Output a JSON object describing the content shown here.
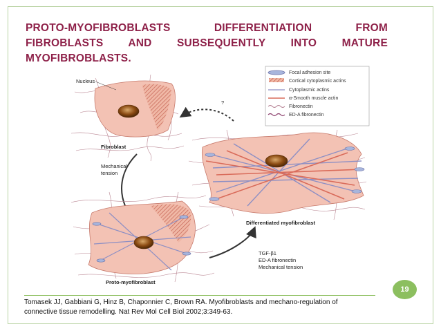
{
  "slide": {
    "title_lines": [
      "PROTO-MYOFIBROBLASTS DIFFERENTIATION FROM",
      "FIBROBLASTS AND SUBSEQUENTLY INTO MATURE",
      "MYOFIBROBLASTS."
    ],
    "page_number": "19",
    "citation_lines": [
      "Tomasek JJ, Gabbiani G, Hinz B, Chaponnier C, Brown RA. Myofibroblasts and mechano-regulation of",
      "connective tissue remodelling. Nat Rev Mol Cell Biol 2002;3:349-63."
    ]
  },
  "figure": {
    "legend": [
      "Focal adhesion site",
      "Cortical cytoplasmic actins",
      "Cytoplasmic actins",
      "α-Smooth muscle actin",
      "Fibronectin",
      "ED-A fibronectin"
    ],
    "labels": {
      "nucleus": "Nucleus",
      "fibroblast": "Fibroblast",
      "mechanical": "Mechanical",
      "tension": "tension",
      "question": "?",
      "differentiated": "Differentiated myofibroblast",
      "proto": "Proto-myofibroblast",
      "tgf": "TGF-β1",
      "eda": "ED-A fibronectin",
      "mech_tension": "Mechanical tension"
    }
  },
  "colors": {
    "title": "#8e2149",
    "accent_green": "#8cbf5f",
    "cell_fill": "#f3c2b4",
    "actin_blue": "#8d8fc4",
    "actin_red": "#d96b5a",
    "nucleus": "#8a4a12"
  }
}
